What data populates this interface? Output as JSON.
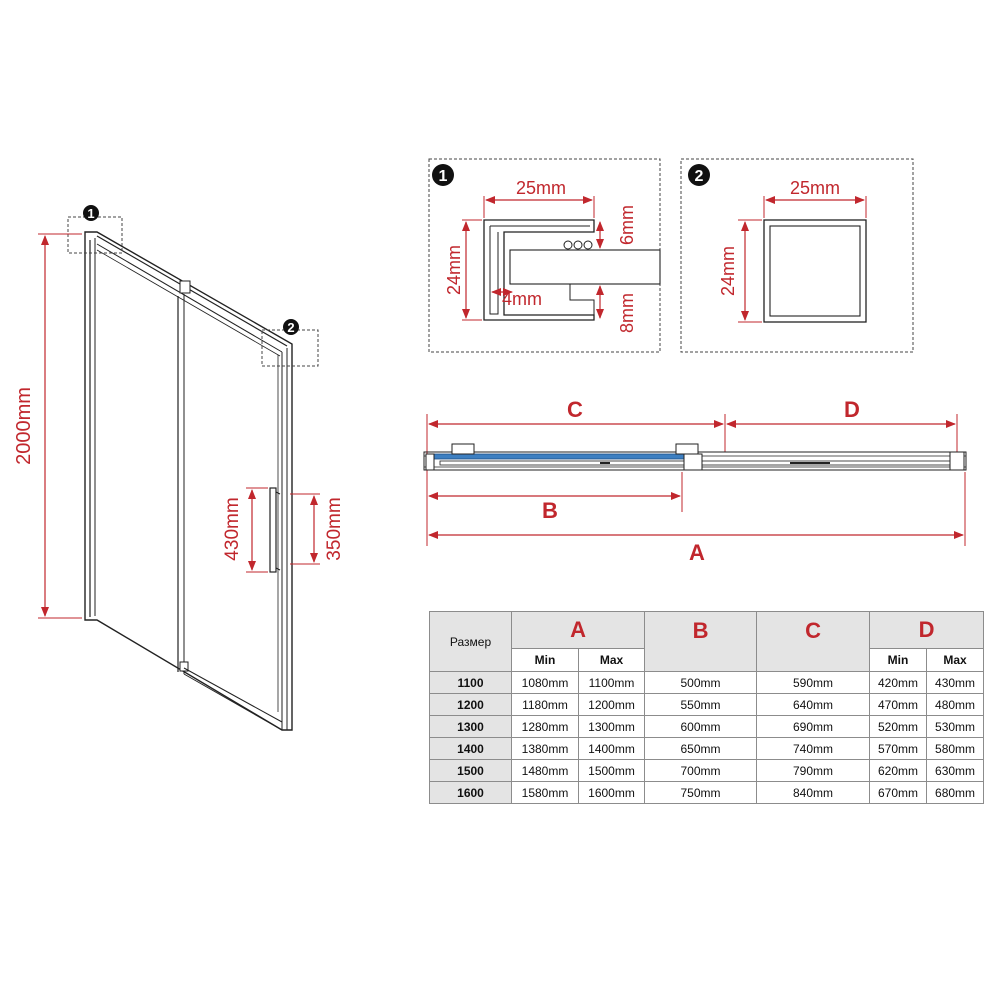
{
  "door": {
    "height_label": "2000mm",
    "handle_label": "430mm",
    "handle_mount_label": "350mm",
    "callout_1": "1",
    "callout_2": "2"
  },
  "detail1": {
    "number": "1",
    "width_label": "25mm",
    "height_label": "24mm",
    "gap_top_label": "6mm",
    "gap_bottom_label": "8mm",
    "slot_label": "4mm"
  },
  "detail2": {
    "number": "2",
    "width_label": "25mm",
    "height_label": "24mm"
  },
  "plan": {
    "label_a": "A",
    "label_b": "B",
    "label_c": "C",
    "label_d": "D"
  },
  "table": {
    "size_header": "Размер",
    "col_a": "A",
    "col_b": "B",
    "col_c": "C",
    "col_d": "D",
    "min_label": "Min",
    "max_label": "Max",
    "rows": [
      {
        "size": "1100",
        "a_min": "1080mm",
        "a_max": "1100mm",
        "b": "500mm",
        "c": "590mm",
        "d_min": "420mm",
        "d_max": "430mm"
      },
      {
        "size": "1200",
        "a_min": "1180mm",
        "a_max": "1200mm",
        "b": "550mm",
        "c": "640mm",
        "d_min": "470mm",
        "d_max": "480mm"
      },
      {
        "size": "1300",
        "a_min": "1280mm",
        "a_max": "1300mm",
        "b": "600mm",
        "c": "690mm",
        "d_min": "520mm",
        "d_max": "530mm"
      },
      {
        "size": "1400",
        "a_min": "1380mm",
        "a_max": "1400mm",
        "b": "650mm",
        "c": "740mm",
        "d_min": "570mm",
        "d_max": "580mm"
      },
      {
        "size": "1500",
        "a_min": "1480mm",
        "a_max": "1500mm",
        "b": "700mm",
        "c": "790mm",
        "d_min": "620mm",
        "d_max": "630mm"
      },
      {
        "size": "1600",
        "a_min": "1580mm",
        "a_max": "1600mm",
        "b": "750mm",
        "c": "840mm",
        "d_min": "670mm",
        "d_max": "680mm"
      }
    ]
  },
  "colors": {
    "dimension": "#c1272d",
    "line": "#222222",
    "glass_blue": "#3d7fc1",
    "header_fill": "#e4e4e4"
  }
}
